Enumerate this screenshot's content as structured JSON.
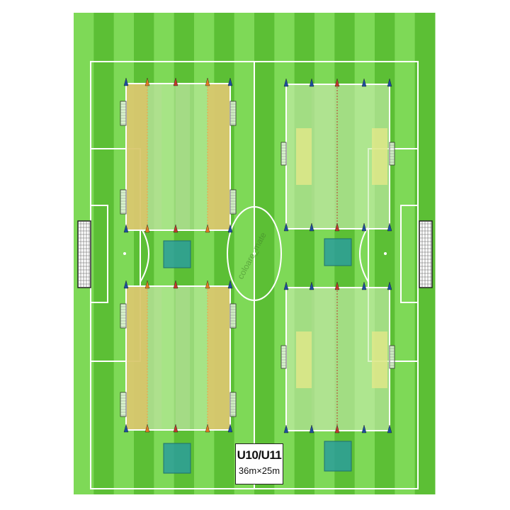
{
  "label": {
    "age_group": "U10/U11",
    "dimensions": "36m×25m"
  },
  "watermark": "coloare_mate",
  "colors": {
    "stripe_light": "#7ed957",
    "stripe_dark": "#5cbf35",
    "line": "#ffffff",
    "zone_tan": "#d9c56a",
    "zone_light": "#c8ecad",
    "zone_mid": "#b2dd93",
    "zone_yellow": "#dfe88a",
    "square": "#2a9c9a",
    "cone_blue": "#1d4e9e",
    "cone_orange": "#e07b22",
    "cone_red": "#c0392b"
  },
  "icons": [
    "goal-icon",
    "cone-icon",
    "square-marker-icon"
  ]
}
